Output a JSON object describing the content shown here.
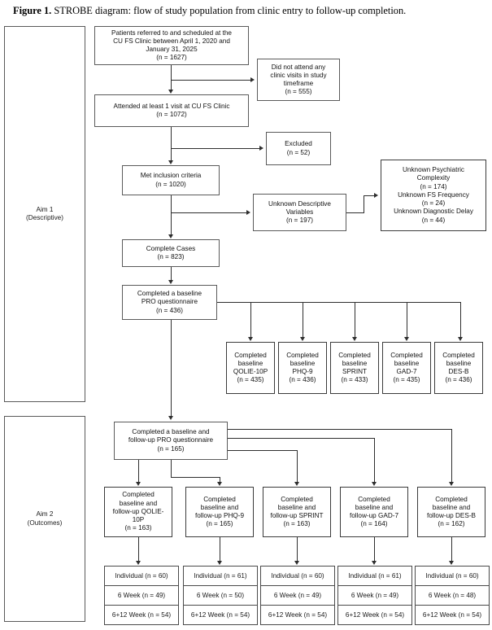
{
  "figure": {
    "label": "Figure 1.",
    "caption": " STROBE diagram: flow of study population from clinic entry to follow-up completion."
  },
  "aims": [
    {
      "id": "aim1",
      "line1": "Aim 1",
      "line2": "(Descriptive)"
    },
    {
      "id": "aim2",
      "line1": "Aim 2",
      "line2": "(Outcomes)"
    }
  ],
  "flow": {
    "referred": {
      "l1": "Patients referred to and scheduled at the",
      "l2": "CU FS Clinic between April 1, 2020 and",
      "l3": "January 31, 2025",
      "n": "(n = 1627)"
    },
    "not_attended": {
      "l1": "Did not attend any",
      "l2": "clinic visits in study",
      "l3": "timeframe",
      "n": "(n = 555)"
    },
    "attended": {
      "l1": "Attended at least 1 visit at CU FS Clinic",
      "n": "(n = 1072)"
    },
    "excluded": {
      "l1": "Excluded",
      "n": "(n = 52)"
    },
    "inclusion": {
      "l1": "Met inclusion criteria",
      "n": "(n = 1020)"
    },
    "unknown_desc": {
      "l1": "Unknown Descriptive",
      "l2": "Variables",
      "n": "(n = 197)"
    },
    "unknown_detail": {
      "l1": "Unknown Psychiatric",
      "l2": "Complexity",
      "n1": "(n = 174)",
      "l3": "Unknown FS Frequency",
      "n2": "(n = 24)",
      "l4": "Unknown Diagnostic Delay",
      "n3": "(n = 44)"
    },
    "complete_cases": {
      "l1": "Complete Cases",
      "n": "(n = 823)"
    },
    "baseline_pro": {
      "l1": "Completed a baseline",
      "l2": "PRO questionnaire",
      "n": "(n = 436)"
    },
    "followup_pro": {
      "l1": "Completed a baseline and",
      "l2": "follow-up PRO questionnaire",
      "n": "(n = 165)"
    }
  },
  "baseline_instruments": [
    {
      "l1": "Completed",
      "l2": "baseline",
      "l3": "QOLIE-10P",
      "n": "(n = 435)"
    },
    {
      "l1": "Completed",
      "l2": "baseline",
      "l3": "PHQ-9",
      "n": "(n = 436)"
    },
    {
      "l1": "Completed",
      "l2": "baseline",
      "l3": "SPRINT",
      "n": "(n = 433)"
    },
    {
      "l1": "Completed",
      "l2": "baseline",
      "l3": "GAD-7",
      "n": "(n = 435)"
    },
    {
      "l1": "Completed",
      "l2": "baseline",
      "l3": "DES-B",
      "n": "(n = 436)"
    }
  ],
  "followup_instruments": [
    {
      "l1": "Completed",
      "l2": "baseline and",
      "l3": "follow-up QOLIE-",
      "l4": "10P",
      "n": "(n = 163)"
    },
    {
      "l1": "Completed",
      "l2": "baseline and",
      "l3": "follow-up PHQ-9",
      "l4": "",
      "n": "(n = 165)"
    },
    {
      "l1": "Completed",
      "l2": "baseline and",
      "l3": "follow-up SPRINT",
      "l4": "",
      "n": "(n = 163)"
    },
    {
      "l1": "Completed",
      "l2": "baseline and",
      "l3": "follow-up GAD-7",
      "l4": "",
      "n": "(n = 164)"
    },
    {
      "l1": "Completed",
      "l2": "baseline and",
      "l3": "follow-up DES-B",
      "l4": "",
      "n": "(n = 162)"
    }
  ],
  "visit_counts": [
    {
      "individual": "Individual (n = 60)",
      "week6": "6 Week (n = 49)",
      "week612": "6+12 Week (n = 54)"
    },
    {
      "individual": "Individual (n = 61)",
      "week6": "6 Week (n = 50)",
      "week612": "6+12 Week (n = 54)"
    },
    {
      "individual": "Individual (n = 60)",
      "week6": "6 Week (n = 49)",
      "week612": "6+12 Week (n = 54)"
    },
    {
      "individual": "Individual (n = 61)",
      "week6": "6 Week (n = 49)",
      "week612": "6+12 Week (n = 54)"
    },
    {
      "individual": "Individual (n = 60)",
      "week6": "6 Week (n = 48)",
      "week612": "6+12 Week (n = 54)"
    }
  ],
  "colors": {
    "border": "#5a5a5a",
    "connector": "#2e2e2e",
    "text": "#111111",
    "background": "#ffffff"
  }
}
